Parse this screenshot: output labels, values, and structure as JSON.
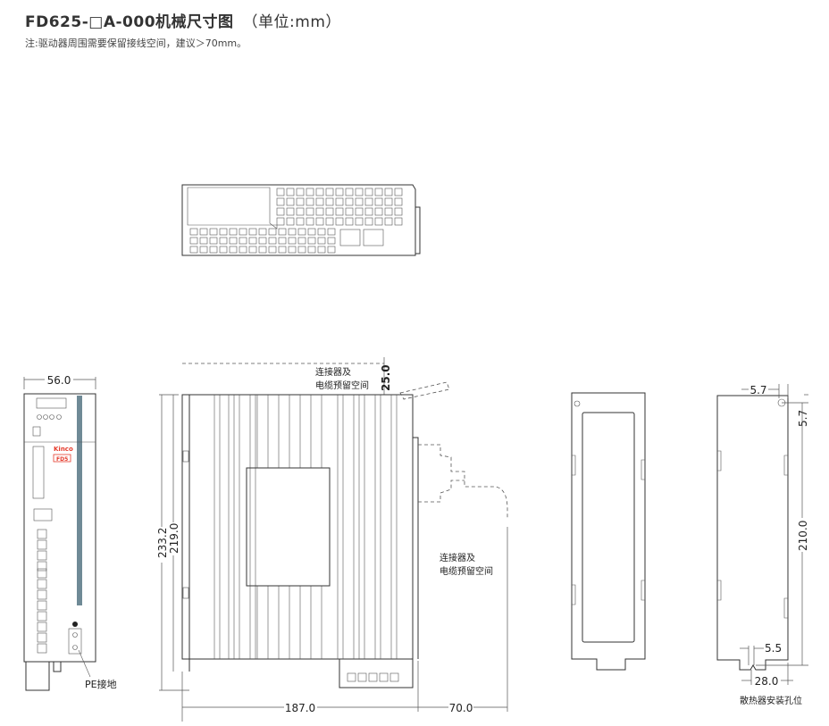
{
  "header": {
    "title": "FD625-□A-000机械尺寸图",
    "unit": "（单位:mm）",
    "note": "注:驱动器周围需要保留接线空间，建议＞70mm。"
  },
  "front_view": {
    "width_dim": "56.0",
    "brand_logo": "Kinco",
    "model_badge": "FD5",
    "pe_label": "PE接地"
  },
  "side_view": {
    "height_outer": "233.2",
    "height_inner": "219.0",
    "depth": "187.0",
    "rear_clearance": "70.0",
    "top_clearance": "25.0",
    "clearance_label_line1": "连接器及",
    "clearance_label_line2": "电缆预留空间"
  },
  "mount_view": {
    "hole_offset_x": "5.7",
    "hole_offset_y": "5.7",
    "hole_spacing": "210.0",
    "slot_width": "5.5",
    "slot_offset": "28.0",
    "caption": "散热器安装孔位"
  },
  "colors": {
    "brand_red": "#e53b2c",
    "stripe": "#6f8a96"
  }
}
